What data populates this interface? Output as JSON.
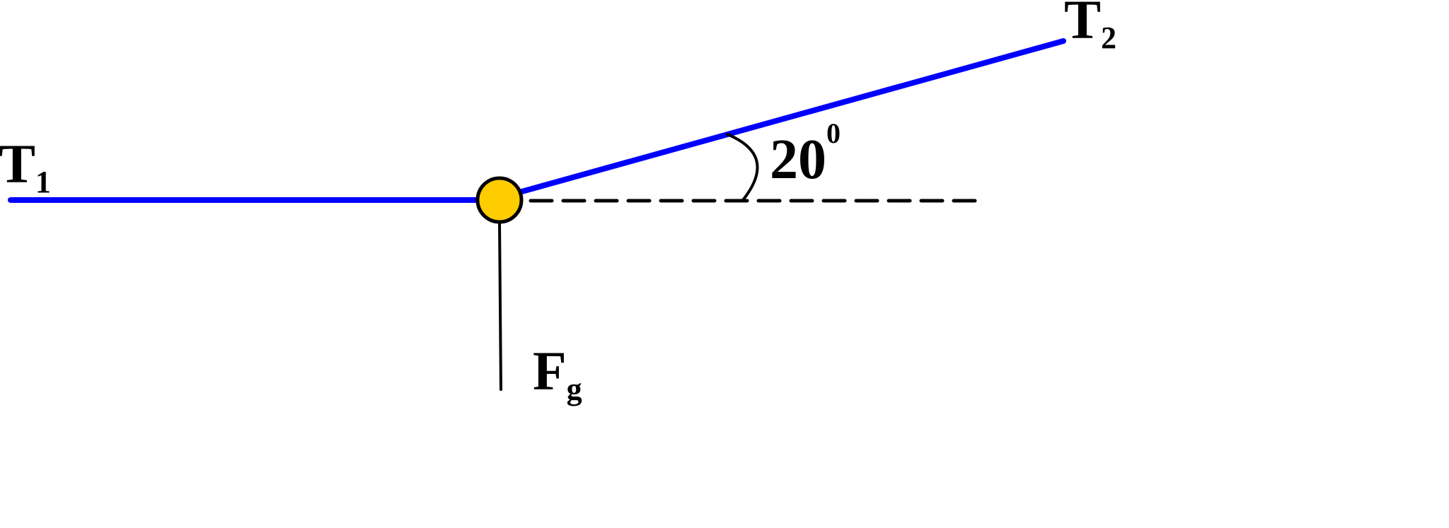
{
  "labels": {
    "t1": {
      "main": "T",
      "sub": "1"
    },
    "t2": {
      "main": "T",
      "sub": "2"
    },
    "fg": {
      "main": "F",
      "sub": "g"
    },
    "angle": {
      "value": "20",
      "sup": "0"
    }
  },
  "colors": {
    "rope": "#0000ff",
    "mass": "#ffcc00",
    "outline": "#000000"
  }
}
